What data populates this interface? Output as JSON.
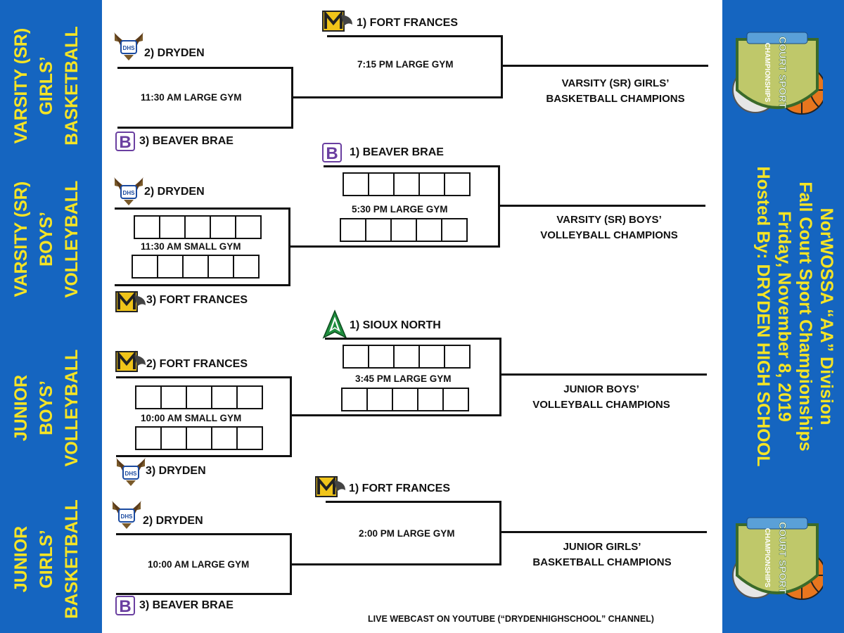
{
  "sections": [
    {
      "lines": [
        "VARSITY (SR)",
        "GIRLS’",
        "BASKETBALL"
      ]
    },
    {
      "lines": [
        "VARSITY (SR)",
        "BOYS’",
        "VOLLEYBALL"
      ]
    },
    {
      "lines": [
        "JUNIOR",
        "BOYS’",
        "VOLLEYBALL"
      ]
    },
    {
      "lines": [
        "JUNIOR",
        "GIRLS’",
        "BASKETBALL"
      ]
    }
  ],
  "event": {
    "line1": "NorWOSSA “AA” Division",
    "line2": "Fall Court Sport Championships",
    "line3": "Friday, November 8, 2019",
    "line4": "Hosted By:  DRYDEN HIGH SCHOOL"
  },
  "badge": {
    "text": "COURT SPORT",
    "sub": "CHAMPIONSHIPS"
  },
  "brackets": [
    {
      "seed1": "1) FORT FRANCES",
      "seed2": "2) DRYDEN",
      "seed3": "3) BEAVER BRAE",
      "semi_time": "11:30 AM LARGE GYM",
      "final_time": "7:15 PM LARGE GYM",
      "champ_line1": "VARSITY (SR) GIRLS’",
      "champ_line2": "BASKETBALL CHAMPIONS"
    },
    {
      "seed1": "1) BEAVER BRAE",
      "seed2": "2) DRYDEN",
      "seed3": "3) FORT FRANCES",
      "semi_time": "11:30 AM SMALL GYM",
      "final_time": "5:30 PM LARGE GYM",
      "champ_line1": "VARSITY (SR) BOYS’",
      "champ_line2": "VOLLEYBALL CHAMPIONS"
    },
    {
      "seed1": "1) SIOUX NORTH",
      "seed2": "2) FORT FRANCES",
      "seed3": "3) DRYDEN",
      "semi_time": "10:00 AM SMALL GYM",
      "final_time": "3:45 PM LARGE GYM",
      "champ_line1": "JUNIOR BOYS’",
      "champ_line2": "VOLLEYBALL CHAMPIONS"
    },
    {
      "seed1": "1) FORT FRANCES",
      "seed2": "2) DRYDEN",
      "seed3": "3) BEAVER BRAE",
      "semi_time": "10:00 AM LARGE GYM",
      "final_time": "2:00 PM LARGE GYM",
      "champ_line1": "JUNIOR GIRLS’",
      "champ_line2": "BASKETBALL CHAMPIONS"
    }
  ],
  "logos": {
    "dryden": "DHS"
  },
  "footer": "LIVE WEBCAST ON YOUTUBE (“DRYDENHIGHSCHOOL” CHANNEL)",
  "colors": {
    "band": "#1565c0",
    "title_text": "#f5e425",
    "fort_frances": "#f0c419",
    "beaver_brae": "#6a3fa0",
    "sioux_north": "#1e8e3e",
    "basketball": "#e8761e"
  }
}
